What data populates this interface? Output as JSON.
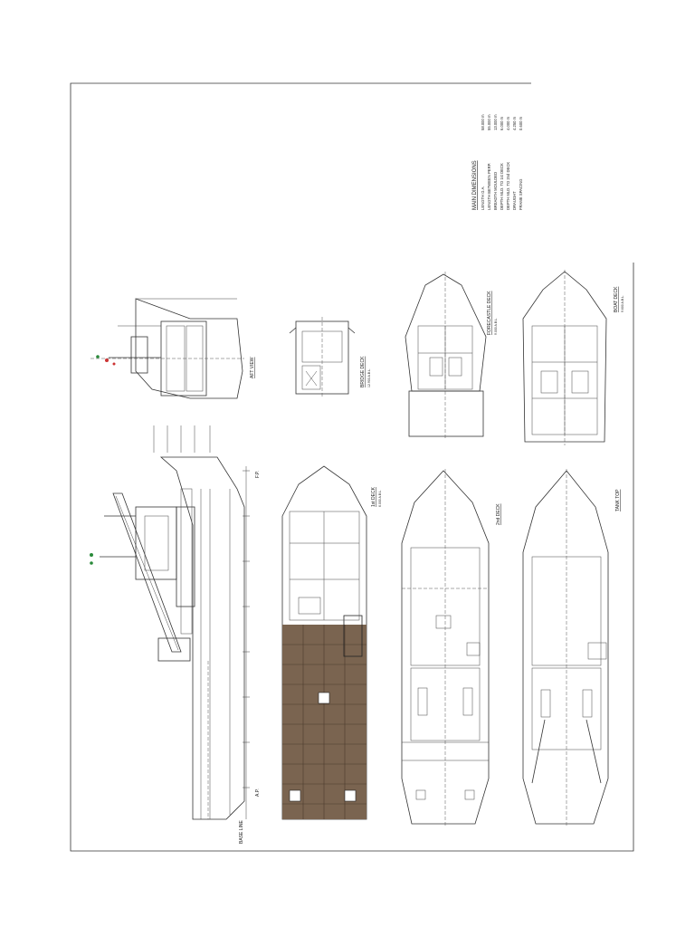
{
  "dimensions": {
    "title": "MAIN DIMENSIONS",
    "rows": [
      {
        "label": "LENGTH O.A.",
        "value": "58.000 m"
      },
      {
        "label": "LENGTH BETWEEN PERP.",
        "value": "55.000 m"
      },
      {
        "label": "BREADTH MOULDED",
        "value": "13.000 m"
      },
      {
        "label": "DEPTH MLD. TO 1st DECK",
        "value": "6.000 m"
      },
      {
        "label": "DEPTH MLD. TO 2nd DECK",
        "value": "4.000 m"
      },
      {
        "label": "DRAUGHT",
        "value": "4.250 m"
      },
      {
        "label": "FRAME SPACING",
        "value": "0.600 m"
      }
    ]
  },
  "views": {
    "aft_view": "AFT VIEW",
    "bridge_deck": "BRIDGE DECK",
    "bridge_deck_sub": "12.900 A.B.L.",
    "forecastle_deck": "FORECASTLE DECK",
    "forecastle_deck_sub": "9.000 A.B.L.",
    "boat_deck": "BOAT DECK",
    "boat_deck_sub": "9.600 A.B.L.",
    "first_deck": "1st DECK",
    "first_deck_sub": "6.000 A.B.L.",
    "second_deck": "2nd DECK",
    "tank_top": "TANK TOP",
    "base_line": "BASE LINE",
    "fp": "F.P.",
    "ap": "A.P."
  },
  "colors": {
    "line": "#333333",
    "cargo_deck": "#7a6450",
    "paper": "#ffffff"
  }
}
